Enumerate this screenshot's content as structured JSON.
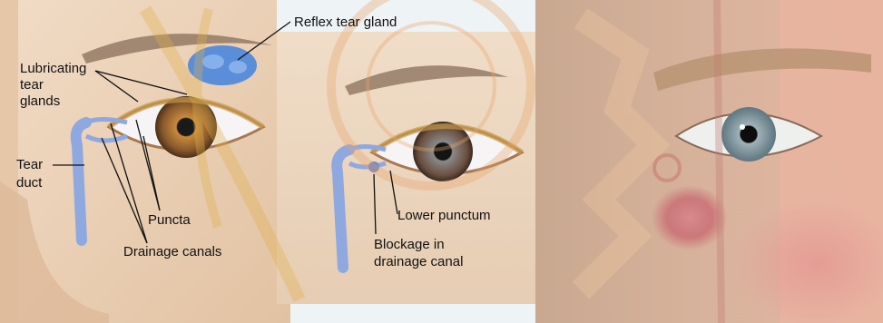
{
  "labels": {
    "reflex_tear_gland": "Reflex tear gland",
    "lubricating_line1": "Lubricating",
    "lubricating_line2": "tear",
    "lubricating_line3": "glands",
    "tear_duct_line1": "Tear",
    "tear_duct_line2": "duct",
    "puncta": "Puncta",
    "drainage_canals": "Drainage canals",
    "lower_punctum": "Lower punctum",
    "blockage_line1": "Blockage in",
    "blockage_line2": "drainage canal"
  },
  "colors": {
    "skin": "#e9cdb0",
    "iris": "#8a5a2e",
    "drainage_system": "#8fa8e0",
    "gland": "#5b8ed8",
    "watermark": "#e8a56a",
    "photo_swelling": "#c86a72"
  }
}
